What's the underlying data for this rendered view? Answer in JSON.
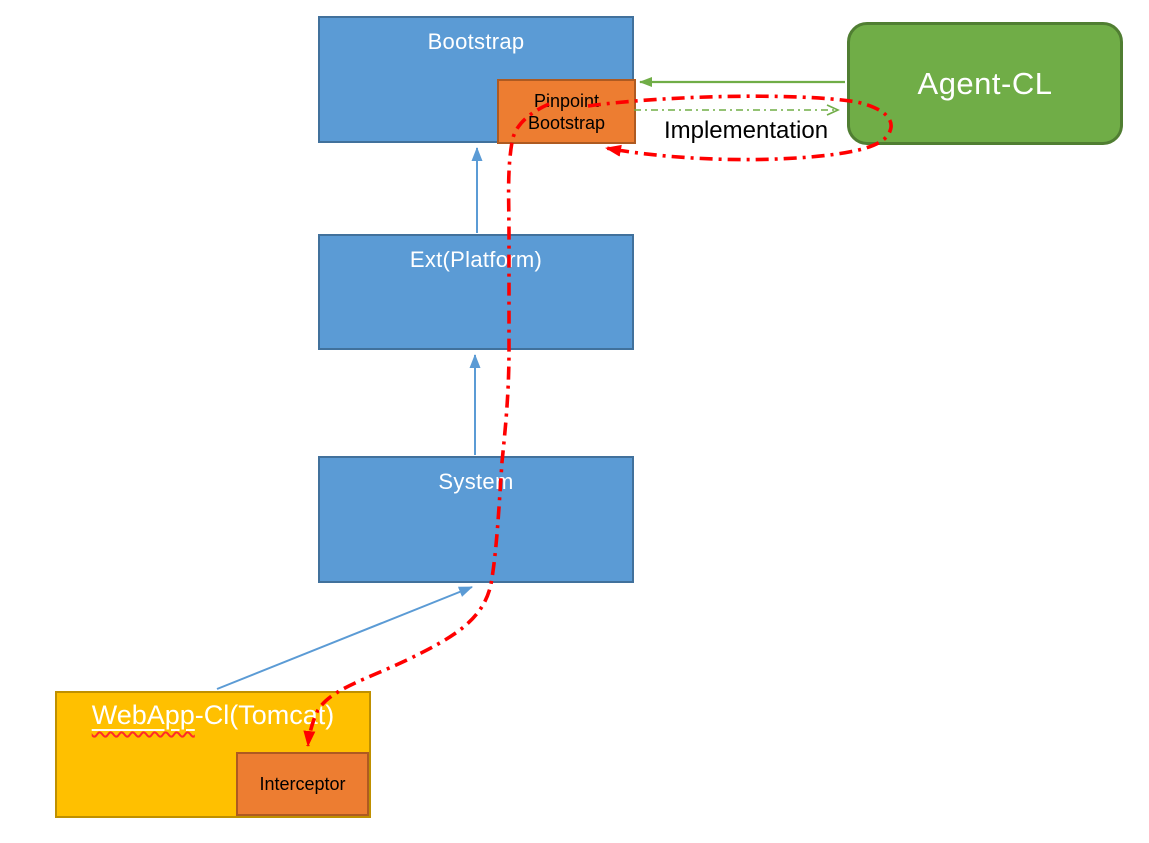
{
  "boxes": {
    "bootstrap": {
      "label": "Bootstrap"
    },
    "pinpoint_bootstrap": {
      "label_line1": "Pinpoint",
      "label_line2": "Bootstrap"
    },
    "agent_cl": {
      "label": "Agent-CL"
    },
    "ext_platform": {
      "label": "Ext(Platform)"
    },
    "system": {
      "label": "System"
    },
    "webapp_cl": {
      "label_underlined": "WebApp",
      "label_rest": "-Cl(Tomcat)"
    },
    "interceptor": {
      "label": "Interceptor"
    }
  },
  "labels": {
    "implementation": "Implementation"
  },
  "arrows": [
    {
      "name": "ext-to-bootstrap",
      "from": "Ext(Platform)",
      "to": "Bootstrap",
      "style": "solid",
      "color": "#5B9BD5"
    },
    {
      "name": "system-to-ext",
      "from": "System",
      "to": "Ext(Platform)",
      "style": "solid",
      "color": "#5B9BD5"
    },
    {
      "name": "webapp-to-system",
      "from": "WebApp-Cl(Tomcat)",
      "to": "System",
      "style": "solid",
      "color": "#5B9BD5"
    },
    {
      "name": "agentcl-to-pinpoint-bootstrap",
      "from": "Agent-CL",
      "to": "Pinpoint Bootstrap",
      "style": "solid",
      "color": "#70AD47"
    },
    {
      "name": "pinpoint-to-agentcl-implementation",
      "from": "Pinpoint Bootstrap",
      "to": "Agent-CL",
      "style": "dash-dot",
      "color": "#70AD47"
    },
    {
      "name": "red-loop-to-pinpoint-bootstrap",
      "from": "Agent-CL",
      "to": "Pinpoint Bootstrap",
      "style": "dash-dot",
      "color": "#FF0000"
    },
    {
      "name": "red-pinpoint-to-interceptor",
      "from": "Pinpoint Bootstrap",
      "to": "Interceptor",
      "style": "dash-dot",
      "color": "#FF0000"
    }
  ],
  "colors": {
    "box-blue": "#5B9BD5",
    "box-blue-border": "#41719C",
    "box-orange": "#ED7D31",
    "box-orange-border": "#AE5A21",
    "box-green": "#70AD47",
    "box-green-border": "#507E32",
    "box-yellow": "#FFC000",
    "box-yellow-border": "#BF9000",
    "arrow-blue": "#5B9BD5",
    "arrow-green": "#70AD47",
    "arrow-red": "#FF0000",
    "squiggle-red": "#FF2A2A",
    "text-light": "#FFFFFF",
    "text-dark": "#000000"
  }
}
